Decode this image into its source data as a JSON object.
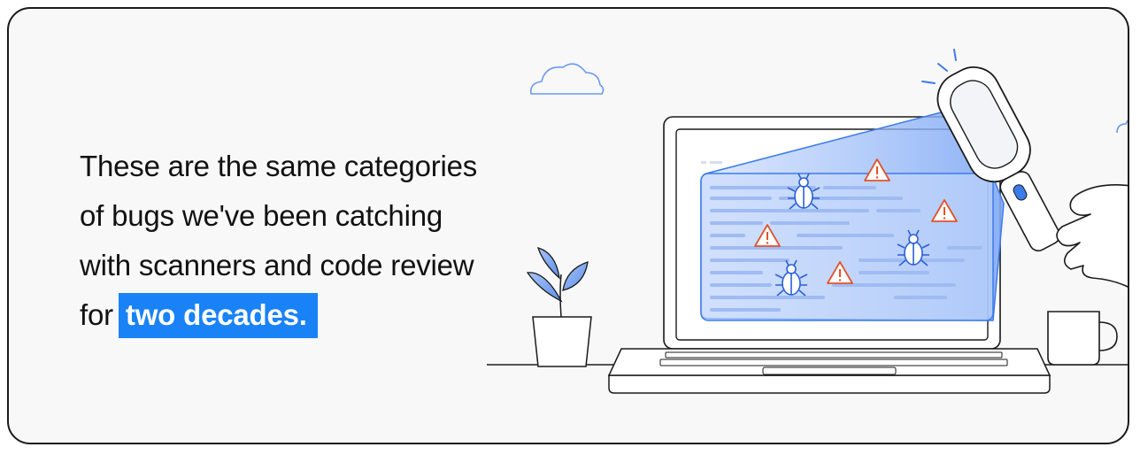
{
  "headline": {
    "lines": [
      "These are the same categories",
      "of bugs we've been catching",
      "with scanners and code review",
      "for"
    ],
    "highlight": "two decades."
  },
  "illustration": {
    "icons": [
      "cloud-icon",
      "plant-icon",
      "laptop-icon",
      "bug-icon",
      "warning-icon",
      "scanner-icon",
      "hand-icon",
      "mug-icon"
    ],
    "colors": {
      "accent": "#1a82f7",
      "scan_blue": "#3b7bea",
      "warning": "#e2522b",
      "ink": "#1a1a1a"
    }
  }
}
